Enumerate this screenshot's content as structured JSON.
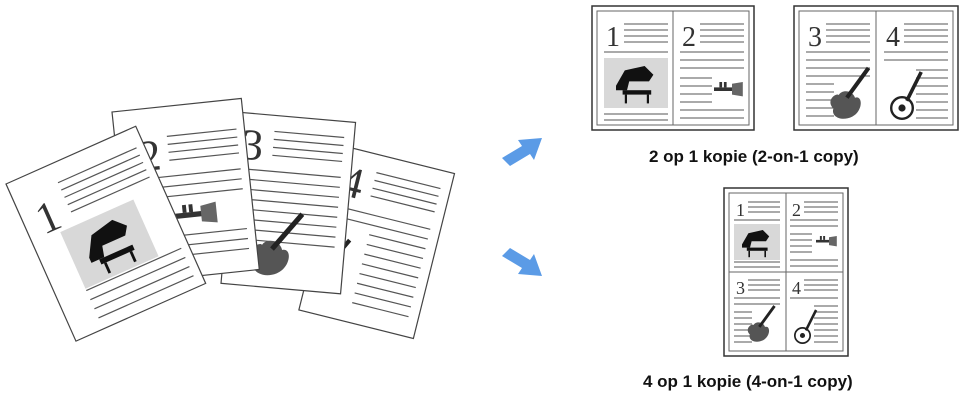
{
  "source_pages": [
    {
      "number": "1",
      "icon": "piano-icon"
    },
    {
      "number": "2",
      "icon": "trumpet-icon"
    },
    {
      "number": "3",
      "icon": "violin-icon"
    },
    {
      "number": "4",
      "icon": "guitar-icon"
    }
  ],
  "arrows": [
    "arrow-up-right-icon",
    "arrow-down-right-icon"
  ],
  "result_2on1": {
    "caption": "2 op 1 kopie (2-on-1 copy)",
    "sheets": [
      [
        "1",
        "2"
      ],
      [
        "3",
        "4"
      ]
    ]
  },
  "result_4on1": {
    "caption": "4 op 1 kopie (4-on-1 copy)",
    "cells": [
      "1",
      "2",
      "3",
      "4"
    ]
  },
  "colors": {
    "arrow": "#5b9be6",
    "highlight": "#d8d8d8",
    "line": "#555555"
  }
}
